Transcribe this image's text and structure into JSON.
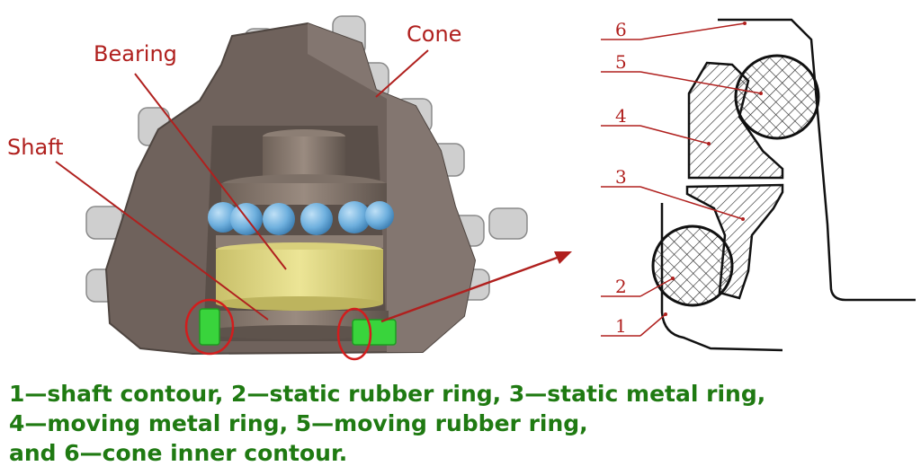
{
  "labels": {
    "cone": "Cone",
    "bearing": "Bearing",
    "shaft": "Shaft"
  },
  "parts": [
    "1",
    "2",
    "3",
    "4",
    "5",
    "6"
  ],
  "caption": {
    "line1": "1—shaft contour, 2—static rubber ring, 3—static metal ring,",
    "line2": "4—moving metal ring, 5—moving rubber ring,",
    "line3": "and 6—cone inner contour."
  },
  "colors": {
    "label_red": "#b0201e",
    "caption_green": "#1f7a12",
    "cone_body": "#6f625c",
    "bearing_yellow": "#e6df8c",
    "ball_blue": "#6fb0de",
    "seal_green": "#39d43c"
  }
}
